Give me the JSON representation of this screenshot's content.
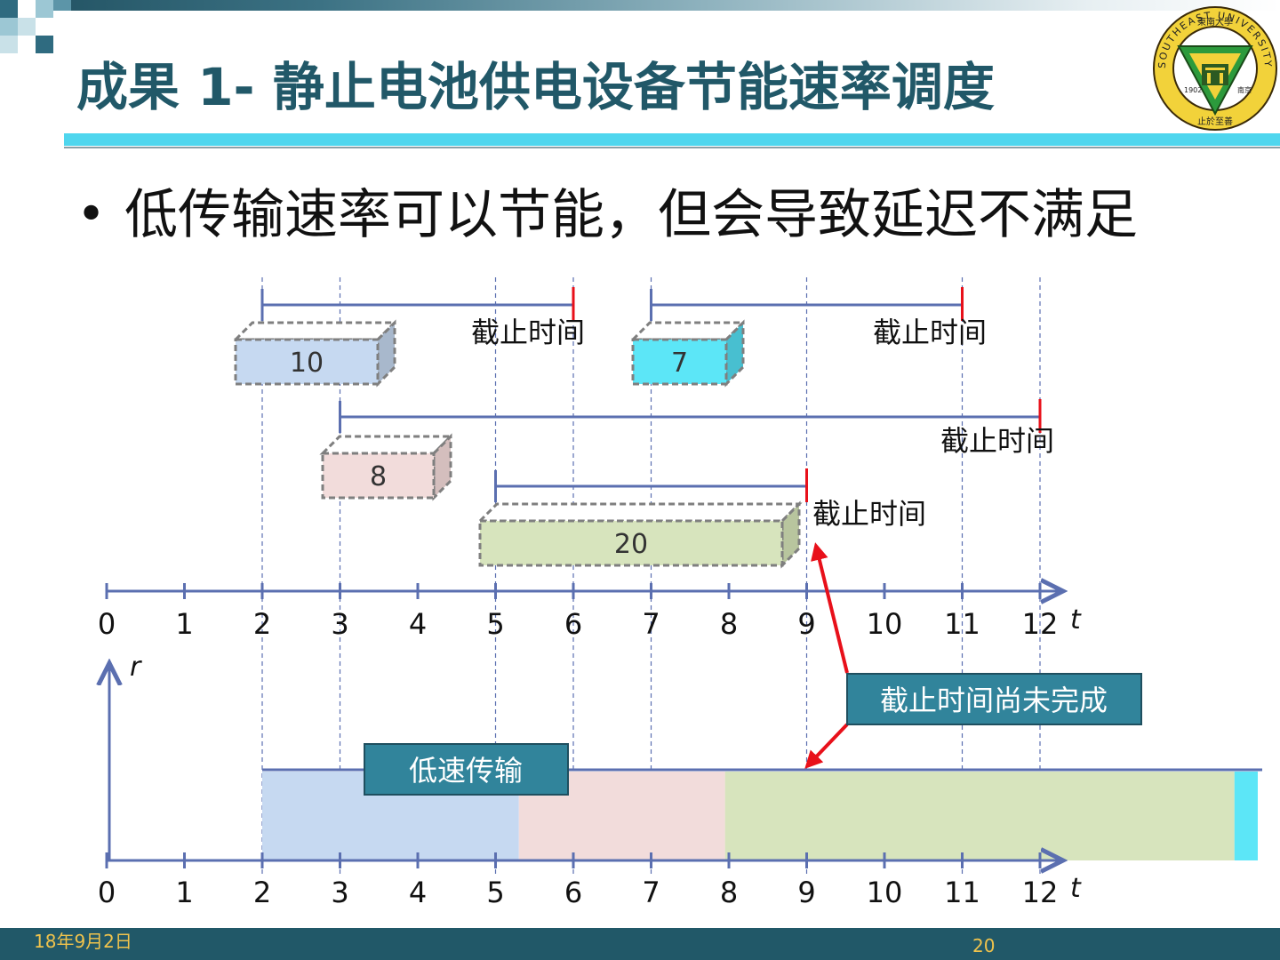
{
  "title": "成果 1- 静止电池供电设备节能速率调度",
  "bullet": "低传输速率可以节能，但会导致延迟不满足",
  "logo": {
    "ring_text": "SOUTHEAST UNIVERSITY",
    "school_name": "東南大學",
    "year": "1902",
    "city": "南京",
    "motto": "止於至善"
  },
  "jobs": [
    {
      "size": "10",
      "start": 2,
      "deadline": 6,
      "fill": "#c6d9f1",
      "side": "#a8b8cc",
      "deadline_label": "截止时间"
    },
    {
      "size": "7",
      "start": 7,
      "deadline": 11,
      "fill": "#5ce6f7",
      "side": "#48bfd0",
      "deadline_label": "截止时间"
    },
    {
      "size": "8",
      "start": 3,
      "deadline": 12,
      "fill": "#f2dcdb",
      "side": "#d4bebd",
      "deadline_label": "截止时间"
    },
    {
      "size": "20",
      "start": 5,
      "deadline": 9,
      "fill": "#d7e4bd",
      "side": "#b8c59e",
      "deadline_label": "截止时间"
    }
  ],
  "axis": {
    "ticks": [
      "0",
      "1",
      "2",
      "3",
      "4",
      "5",
      "6",
      "7",
      "8",
      "9",
      "10",
      "11",
      "12"
    ],
    "t_label": "t",
    "r_label": "r"
  },
  "schedule": [
    {
      "job": "10",
      "start": 2,
      "end": 5.3
    },
    {
      "job": "8",
      "start": 5.3,
      "end": 7.95
    },
    {
      "job": "20",
      "start": 7.95,
      "end": 14.5
    },
    {
      "job": "7",
      "start": 14.5,
      "end": 14.8
    }
  ],
  "callouts": {
    "low_speed": "低速传输",
    "missed": "截止时间尚未完成"
  },
  "footer": {
    "date": "18年9月2日",
    "page": "20"
  },
  "colors": {
    "title": "#215868",
    "accent": "#4fd6ee",
    "axis": "#5b6fb0",
    "deadline": "#e8101a",
    "callout_bg": "#31849b",
    "footer_bg": "#215868",
    "footer_text": "#f0c34c"
  }
}
